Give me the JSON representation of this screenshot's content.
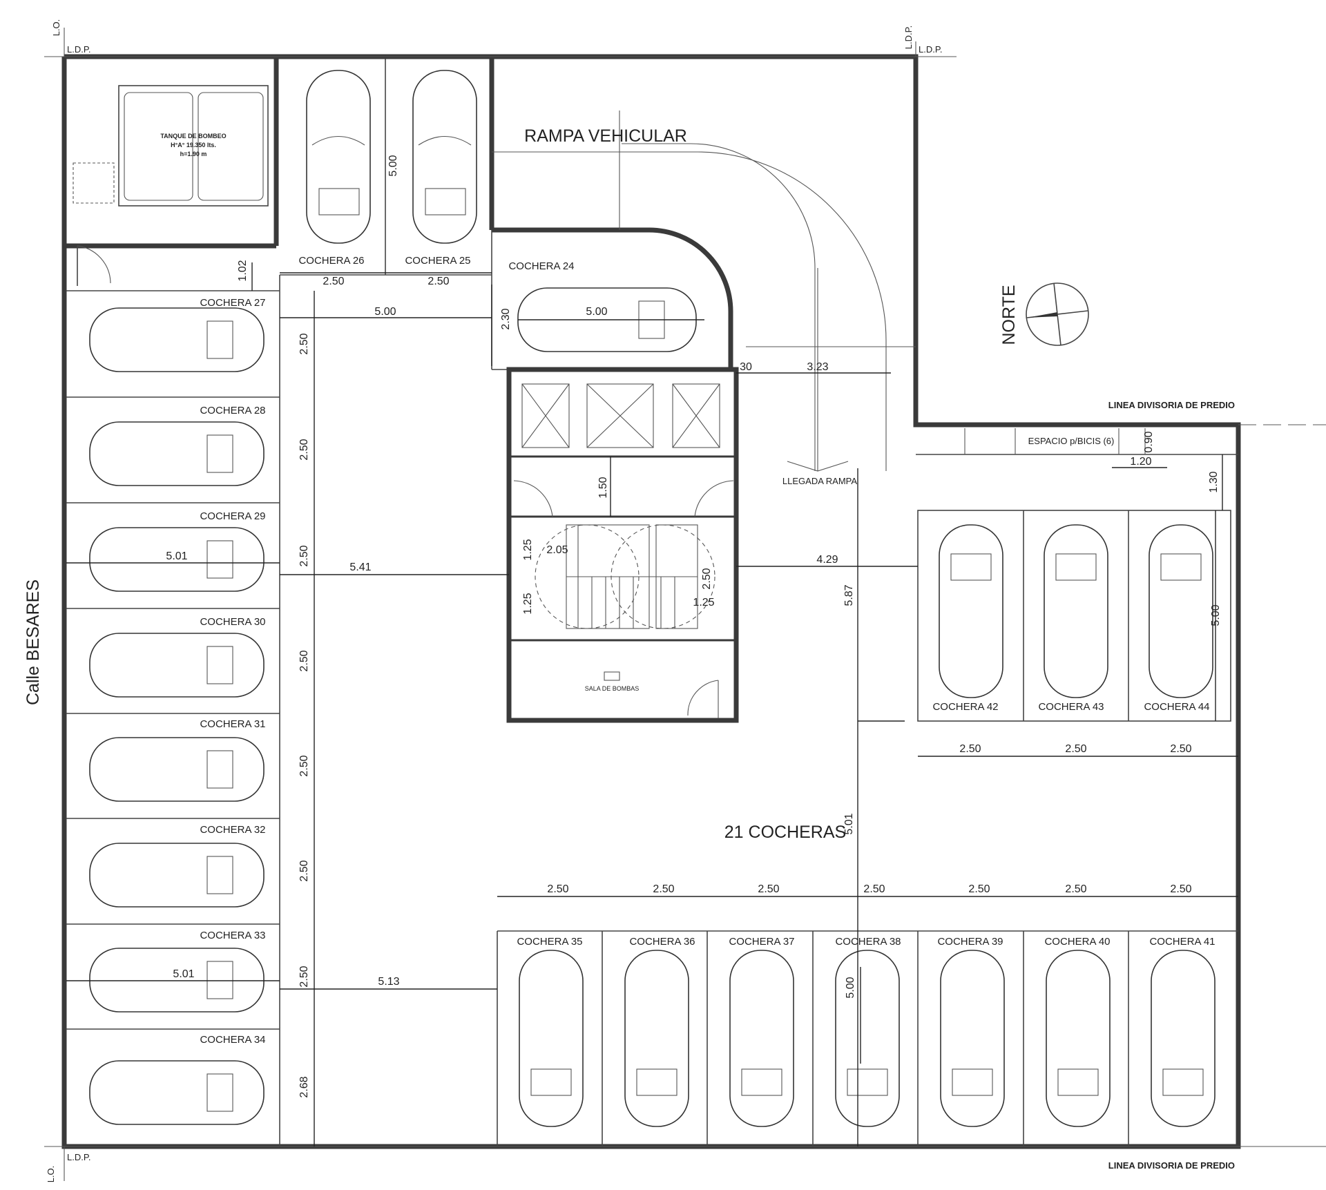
{
  "labels": {
    "street": "Calle  BESARES",
    "ramp": "RAMPA VEHICULAR",
    "north": "NORTE",
    "total": "21 COCHERAS",
    "arrival": "LLEGADA RAMPA",
    "bikes": "ESPACIO p/BICIS (6)",
    "pumps": "SALA DE BOMBAS",
    "tank_1": "TANQUE DE BOMBEO",
    "tank_2": "H°A° 19.350 lts.",
    "tank_3": "h=1.90 m",
    "boundary_top": "LINEA DIVISORIA DE PREDIO",
    "boundary_bottom": "LINEA DIVISORIA DE PREDIO",
    "ldp_tl": "L.D.P.",
    "ldp_tr": "L.D.P.",
    "ldp_bl": "L.D.P.",
    "lo_tl": "L.O.",
    "ldp_vert": "L.D.P.",
    "lo_bl": "L.O."
  },
  "spaces": {
    "c24": "COCHERA 24",
    "c25": "COCHERA 25",
    "c26": "COCHERA 26",
    "c27": "COCHERA 27",
    "c28": "COCHERA 28",
    "c29": "COCHERA 29",
    "c30": "COCHERA 30",
    "c31": "COCHERA 31",
    "c32": "COCHERA 32",
    "c33": "COCHERA 33",
    "c34": "COCHERA 34",
    "c35": "COCHERA 35",
    "c36": "COCHERA 36",
    "c37": "COCHERA 37",
    "c38": "COCHERA 38",
    "c39": "COCHERA 39",
    "c40": "COCHERA 40",
    "c41": "COCHERA 41",
    "c42": "COCHERA 42",
    "c43": "COCHERA 43",
    "c44": "COCHERA 44"
  },
  "dims": {
    "d_102": "1.02",
    "d_250_a": "2.50",
    "d_250_b": "2.50",
    "d_500_top": "5.00",
    "d_500_h": "5.00",
    "d_230": "2.30",
    "d_500_c24": "5.00",
    "d_30": "30",
    "d_323": "3.23",
    "d_l1": "2.50",
    "d_l2": "2.50",
    "d_l3": "2.50",
    "d_l4": "2.50",
    "d_l5": "2.50",
    "d_l6": "2.50",
    "d_l7": "2.50",
    "d_268": "2.68",
    "d_501_c29": "5.01",
    "d_541": "5.41",
    "d_501_c33": "5.01",
    "d_513": "5.13",
    "d_150": "1.50",
    "d_205": "2.05",
    "d_125_a": "1.25",
    "d_125_b": "1.25",
    "d_250_stair": "2.50",
    "d_125_c": "1.25",
    "d_429": "4.29",
    "d_587": "5.87",
    "d_501_mid": "5.01",
    "d_130": "1.30",
    "d_120": "1.20",
    "d_090": "0.90",
    "d_500_r": "5.00",
    "d_r1": "2.50",
    "d_r2": "2.50",
    "d_r3": "2.50",
    "d_b1": "2.50",
    "d_b2": "2.50",
    "d_b3": "2.50",
    "d_b4": "2.50",
    "d_b5": "2.50",
    "d_b6": "2.50",
    "d_b7": "2.50",
    "d_500_b": "5.00"
  }
}
